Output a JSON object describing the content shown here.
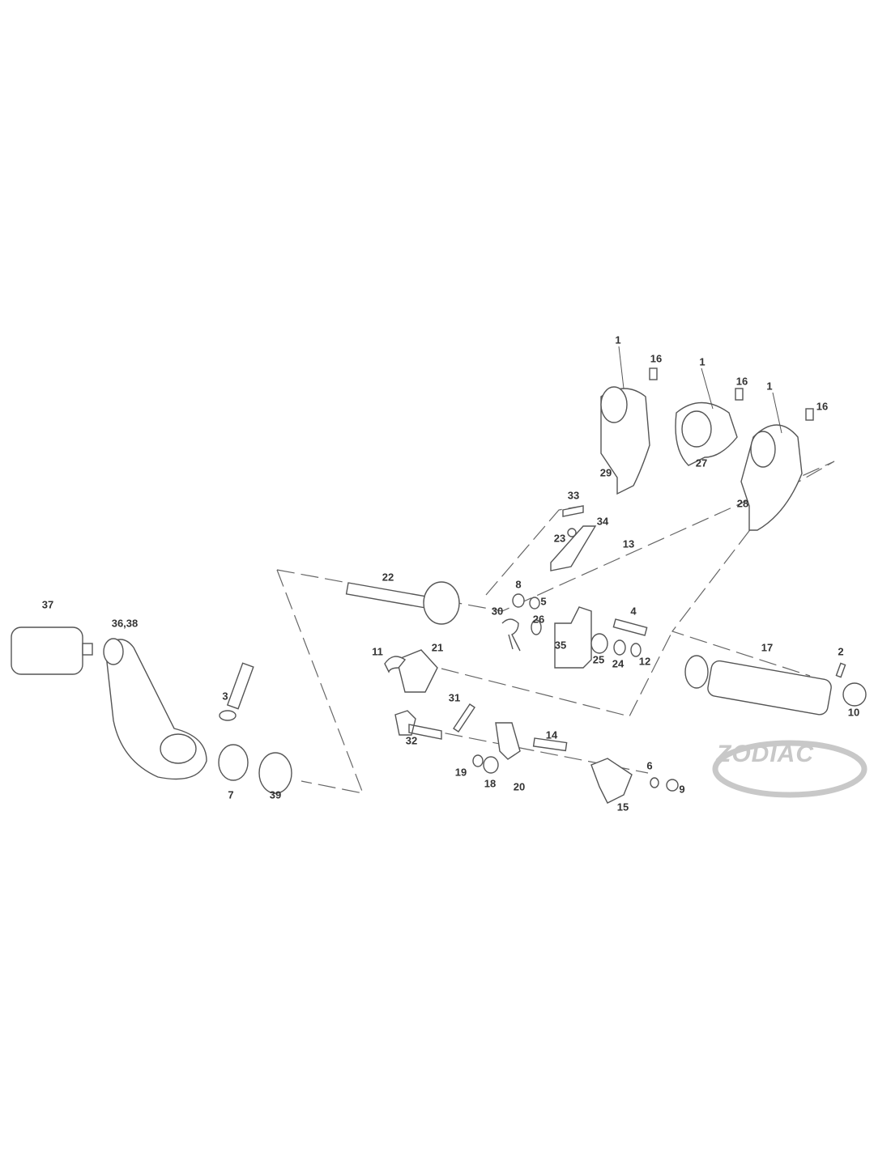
{
  "title": "Shifter mechanism exploded parts diagram",
  "logo": "ZODIAC",
  "callouts": [
    "1",
    "16",
    "1",
    "16",
    "1",
    "16",
    "29",
    "27",
    "28",
    "33",
    "34",
    "23",
    "13",
    "22",
    "8",
    "5",
    "30",
    "26",
    "4",
    "37",
    "36,38",
    "11",
    "21",
    "35",
    "25",
    "24",
    "12",
    "17",
    "2",
    "10",
    "31",
    "3",
    "32",
    "14",
    "19",
    "18",
    "20",
    "6",
    "9",
    "15",
    "7",
    "39"
  ],
  "colors": {
    "line": "#555555",
    "logo": "#c8c8c8"
  }
}
